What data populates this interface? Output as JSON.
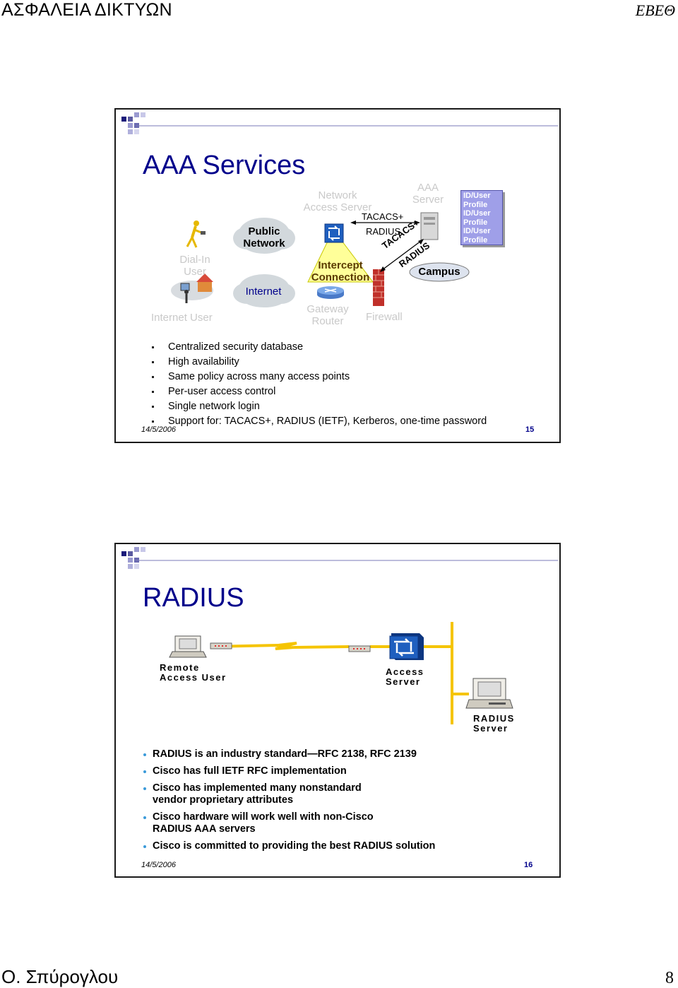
{
  "page": {
    "header_left": "ΑΣΦΑΛΕΙΑ ΔΙΚΤΥΩΝ",
    "header_right": "ΕΒΕΘ",
    "footer_left": "Ο. Σπύρογλου",
    "footer_right": "8"
  },
  "slide1": {
    "title": "AAA Services",
    "diagram": {
      "dial_in_user_1": "Dial-In",
      "dial_in_user_2": "User",
      "internet_user": "Internet User",
      "public_network_1": "Public",
      "public_network_2": "Network",
      "internet": "Internet",
      "nas_1": "Network",
      "nas_2": "Access Server",
      "intercept_1": "Intercept",
      "intercept_2": "Connection",
      "gateway_1": "Gateway",
      "gateway_2": "Router",
      "tacacs_1": "TACACS+",
      "radius_1": "RADIUS",
      "tacacs_2": "TACACS+",
      "radius_2": "RADIUS",
      "firewall": "Firewall",
      "aaa_server_1": "AAA",
      "aaa_server_2": "Server",
      "campus": "Campus",
      "profile_lines": [
        "ID/User",
        "Profile",
        "ID/User",
        "Profile",
        "ID/User",
        "Profile"
      ]
    },
    "bullets": [
      "Centralized security database",
      "High availability",
      "Same policy across many access points",
      "Per-user access control",
      "Single network login",
      "Support for: TACACS+, RADIUS (IETF), Kerberos, one-time password"
    ],
    "date": "14/5/2006",
    "page_number": "15"
  },
  "slide2": {
    "title": "RADIUS",
    "diagram": {
      "remote_1": "Remote",
      "remote_2": "Access User",
      "access_1": "Access",
      "access_2": "Server",
      "radius_1": "RADIUS",
      "radius_2": "Server"
    },
    "bullets": [
      "RADIUS is an industry standard—RFC 2138, RFC 2139",
      "Cisco has full IETF RFC implementation",
      "Cisco has implemented many nonstandard vendor proprietary attributes",
      "Cisco hardware will work well with non-Cisco RADIUS AAA servers",
      "Cisco is committed to providing the best RADIUS solution"
    ],
    "date": "14/5/2006",
    "page_number": "16"
  },
  "colors": {
    "title_blue": "#00008b",
    "link_yellow": "#f5c400",
    "bullet_blue": "#3a9ad9",
    "profile_purple": "#9f9fe8",
    "cisco_blue": "#1f5fbf"
  }
}
